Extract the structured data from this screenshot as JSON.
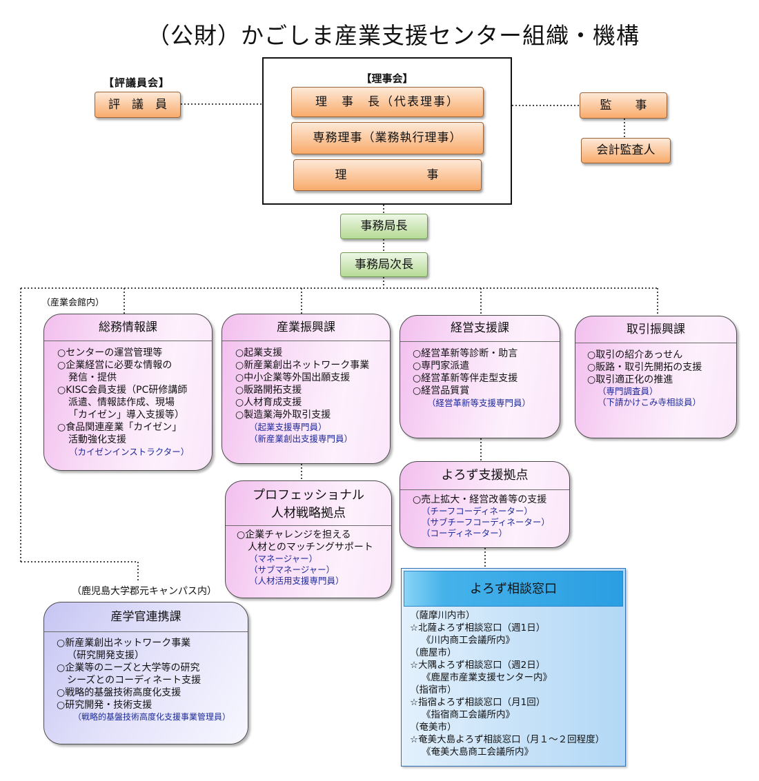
{
  "title": "（公財）かごしま産業支援センター組織・機構",
  "council": {
    "label": "【評議員会】",
    "members": "評　議　員"
  },
  "board": {
    "label": "【理事会】",
    "chairman": "理　事　長（代表理事）",
    "executive_director": "専務理事（業務執行理事）",
    "directors": "理　　　　　　事"
  },
  "audit": {
    "auditors": "監　　事",
    "accounting_auditor": "会計監査人"
  },
  "secretariat": {
    "director_general": "事務局長",
    "deputy_director_general": "事務局次長"
  },
  "locations": {
    "industry_hall": "（産業会館内）",
    "university_campus": "（鹿児島大学郡元キャンパス内）"
  },
  "divisions": {
    "general_affairs": {
      "title": "総務情報課",
      "items": [
        [
          "○センターの運営管理等"
        ],
        [
          "○企業経営に必要な情報の",
          "発信・提供"
        ],
        [
          "○KISC会員支援（PC研修講師",
          "派遣、情報誌作成、現場",
          "「カイゼン」導入支援等）"
        ],
        [
          "○食品関連産業「カイゼン」",
          "活動強化支援"
        ]
      ],
      "staff": [
        "（カイゼンインストラクター）"
      ]
    },
    "industry_promotion": {
      "title": "産業振興課",
      "items": [
        [
          "○起業支援"
        ],
        [
          "○新産業創出ネットワーク事業"
        ],
        [
          "○中小企業等外国出願支援"
        ],
        [
          "○販路開拓支援"
        ],
        [
          "○人材育成支援"
        ],
        [
          "○製造業海外取引支援"
        ]
      ],
      "staff": [
        "（起業支援専門員）",
        "（新産業創出支援専門員）"
      ]
    },
    "management_support": {
      "title": "経営支援課",
      "items": [
        [
          "○経営革新等診断・助言"
        ],
        [
          "○専門家派遣"
        ],
        [
          "○経営革新等伴走型支援"
        ],
        [
          "○経営品質賞"
        ]
      ],
      "staff": [
        "（経営革新等支援専門員）"
      ]
    },
    "trade_promotion": {
      "title": "取引振興課",
      "items": [
        [
          "○取引の紹介あっせん"
        ],
        [
          "○販路・取引先開拓の支援"
        ],
        [
          "○取引適正化の推進"
        ]
      ],
      "staff": [
        "（専門調査員）",
        "（下請かけこみ寺相談員）"
      ]
    },
    "professional_hr_base": {
      "title_lines": [
        "プロフェッショナル",
        "人材戦略拠点"
      ],
      "items": [
        [
          "○企業チャレンジを担える",
          "人材とのマッチングサポート"
        ]
      ],
      "staff": [
        "（マネージャー）",
        "（サブマネージャー）",
        "（人材活用支援専門員）"
      ]
    },
    "yorozu_support_base": {
      "title": "よろず支援拠点",
      "items": [
        [
          "○売上拡大・経営改善等の支援"
        ]
      ],
      "staff": [
        "（チーフコーディネーター）",
        "（サブチーフコーディネーター）",
        "（コーディネーター）"
      ]
    },
    "yorozu_consultation_desks": {
      "title": "よろず相談窓口",
      "offices": [
        {
          "city": "（薩摩川内市）",
          "desk": "☆北薩よろず相談窓口（週1日）",
          "venue": "《川内商工会議所内》"
        },
        {
          "city": "（鹿屋市）",
          "desk": "☆大隅よろず相談窓口（週2日）",
          "venue": "《鹿屋市産業支援センター内》"
        },
        {
          "city": "（指宿市）",
          "desk": "☆指宿よろず相談窓口（月1回）",
          "venue": "《指宿商工会議所内》"
        },
        {
          "city": "（奄美市）",
          "desk": "☆奄美大島よろず相談窓口（月１～２回程度）",
          "venue": "《奄美大島商工会議所内》"
        }
      ]
    },
    "industry_academia_government": {
      "title": "産学官連携課",
      "items": [
        [
          "○新産業創出ネットワーク事業",
          "（研究開発支援）"
        ],
        [
          "○企業等のニーズと大学等の研究",
          "シーズとのコーディネート支援"
        ],
        [
          "○戦略的基盤技術高度化支援"
        ],
        [
          "○研究開発・技術支援"
        ]
      ],
      "staff": [
        "（戦略的基盤技術高度化支援事業管理員）"
      ]
    }
  },
  "colors": {
    "orange_fill": "#f8ab6b",
    "green_fill": "#b5da95",
    "pink_fill": "#f2bfee",
    "lavender_fill": "#c6c5f3",
    "blue_header": "#2a9ee2",
    "light_blue_fill": "#b2d8f5",
    "staff_text": "#1d2a9a"
  }
}
